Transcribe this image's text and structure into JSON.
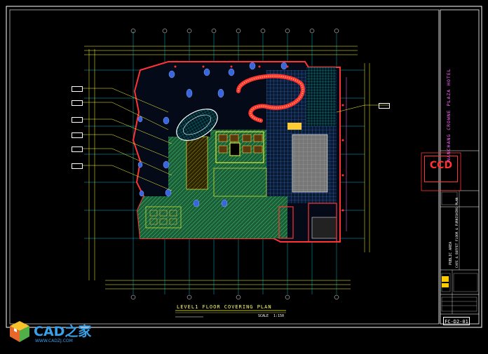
{
  "drawing": {
    "title": "LEVEL1 FLOOR COVERING PLAN",
    "scale_label": "SCALE",
    "scale_value": "1:150",
    "hotel_name": "NANCHANG CROWNE PLAZA HOTEL",
    "project_name": "PUBLIC AREA",
    "drawing_name": "CAFE & BUFFET FLOOR & FURNISHING PLAN",
    "drawing_number": "FC-D2-01",
    "consultant_logo": "CCD"
  },
  "watermark": {
    "site_name": "CAD之家",
    "url": "WWW.CADZJ.COM"
  },
  "colors": {
    "background": "#000000",
    "frame": "#ffffff",
    "wall": "#ff3333",
    "hatch_green": "#2e8b57",
    "cyan": "#00e5ff",
    "yellow": "#ffff33",
    "magenta": "#ff33ff",
    "blue_carpet": "#3366cc",
    "watermark": "#3aa0e8"
  },
  "icons": {
    "watermark_logo": "cube-logo-icon"
  }
}
